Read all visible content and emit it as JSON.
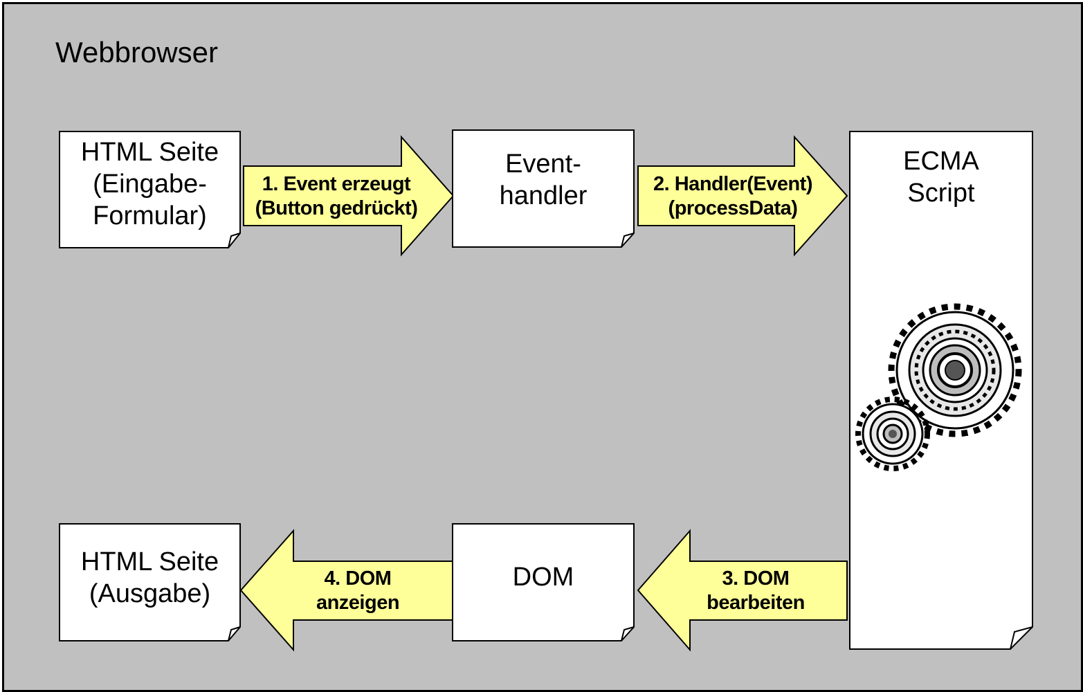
{
  "title": "Webbrowser",
  "colors": {
    "background": "#c0c0c0",
    "box_fill": "#ffffff",
    "arrow_fill": "#ffff99",
    "stroke": "#000000"
  },
  "nodes": {
    "html_input": {
      "line1": "HTML Seite",
      "line2": "(Eingabe-",
      "line3": "Formular)"
    },
    "event_handler": {
      "line1": "Event-",
      "line2": "handler"
    },
    "ecma_script": {
      "line1": "ECMA",
      "line2": "Script",
      "icon": "gears-icon"
    },
    "html_output": {
      "line1": "HTML Seite",
      "line2": "(Ausgabe)"
    },
    "dom": {
      "line1": "DOM"
    }
  },
  "arrows": {
    "a1": {
      "line1": "1. Event erzeugt",
      "line2": "(Button gedrückt)"
    },
    "a2": {
      "line1": "2. Handler(Event)",
      "line2": "(processData)"
    },
    "a3": {
      "line1": "3. DOM",
      "line2": "bearbeiten"
    },
    "a4": {
      "line1": "4. DOM",
      "line2": "anzeigen"
    }
  }
}
